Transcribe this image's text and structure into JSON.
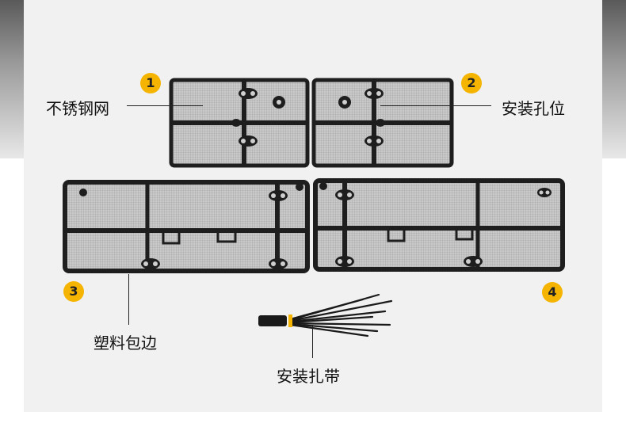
{
  "badges": {
    "b1": "1",
    "b2": "2",
    "b3": "3",
    "b4": "4"
  },
  "labels": {
    "stainless_mesh": "不锈钢网",
    "mounting_holes": "安装孔位",
    "plastic_edging": "塑料包边",
    "mounting_ties": "安装扎带"
  },
  "colors": {
    "badge": "#f5b400",
    "frame": "#1e1e1e",
    "mesh": "#b9b9b9",
    "background": "#f1f1f1"
  }
}
